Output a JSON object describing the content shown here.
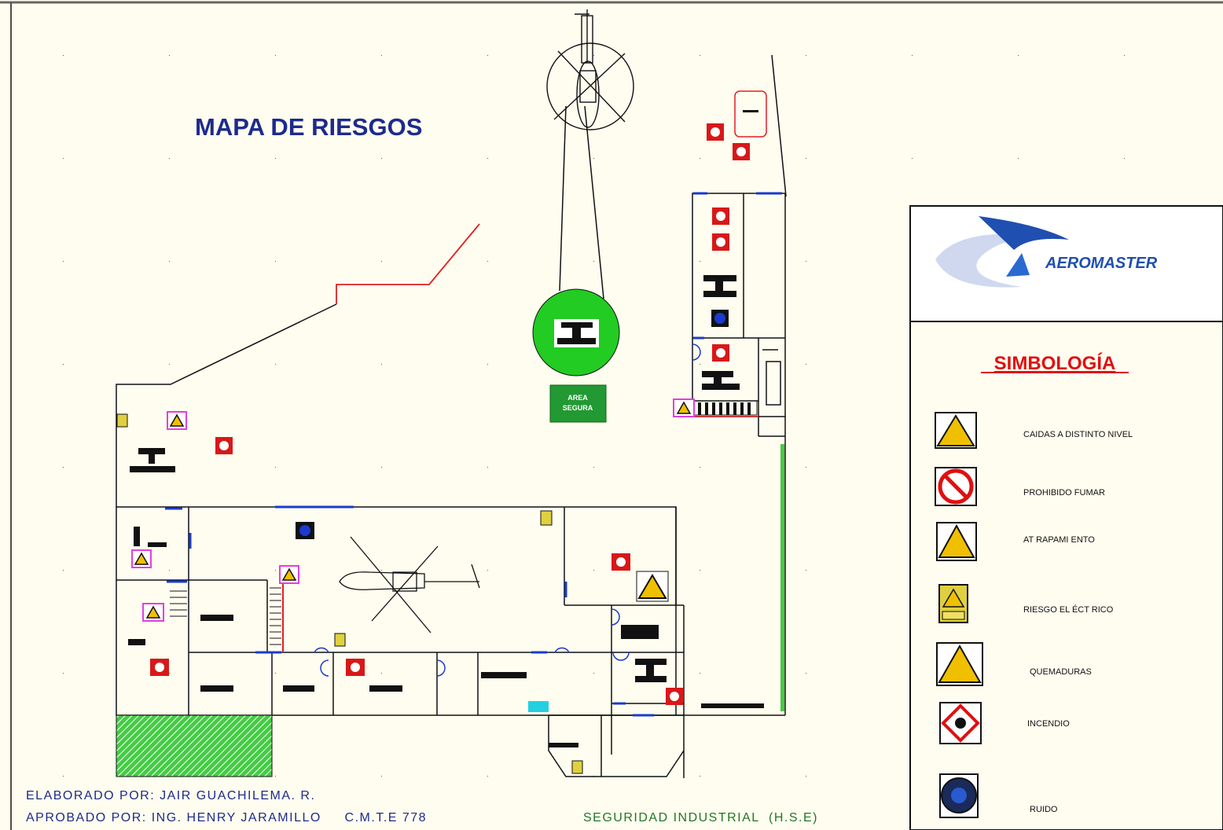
{
  "title": "MAPA DE RIESGOS",
  "safe_area_label": [
    "AREA",
    "SEGURA"
  ],
  "logo_text": "AEROMASTER",
  "legend": {
    "title": "SIMBOLOGÍA",
    "items": [
      {
        "icon": "caidas-icon",
        "label": "CAIDAS A DISTINTO NIVEL"
      },
      {
        "icon": "no-smoking-icon",
        "label": "PROHIBIDO FUMAR"
      },
      {
        "icon": "atrapamiento-icon",
        "label": "AT RAPAMI ENTO"
      },
      {
        "icon": "electric-risk-icon",
        "label": "RIESGO EL ÉCT RICO"
      },
      {
        "icon": "quemaduras-icon",
        "label": "QUEMADURAS"
      },
      {
        "icon": "fire-icon",
        "label": "INCENDIO"
      },
      {
        "icon": "noise-icon",
        "label": "RUIDO"
      }
    ]
  },
  "footer": {
    "prepared_by": "ELABORADO POR: JAIR GUACHILEMA. R.",
    "approved_by": "APROBADO POR: ING. HENRY JARAMILLO     C.M.T.E 778",
    "department": "SEGURIDAD INDUSTRIAL  (H.S.E)"
  },
  "colors": {
    "background": "#fffdf0",
    "title": "#1c2b8c",
    "legend_title": "#e01010",
    "safe_area": "#22cc22",
    "safe_label": "#229933",
    "footer_blue": "#1c2b8c",
    "footer_green": "#227722"
  }
}
